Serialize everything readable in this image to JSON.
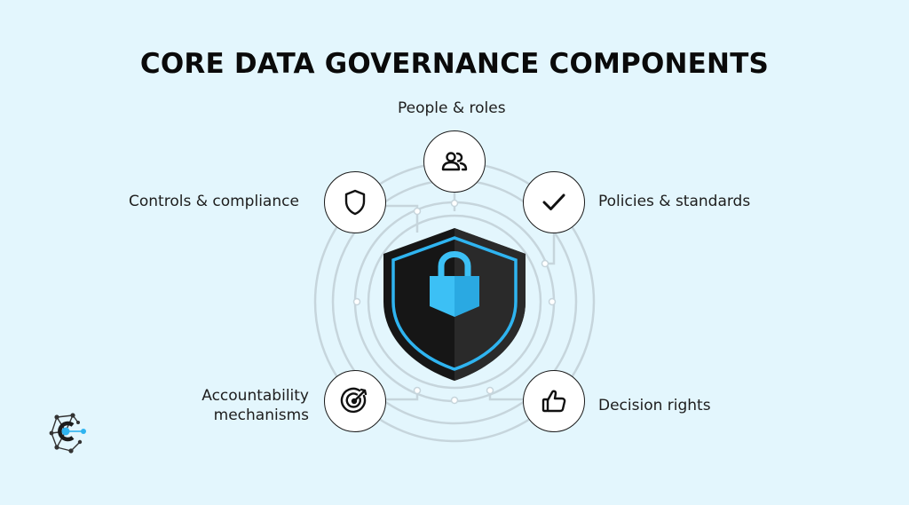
{
  "title": "CORE DATA GOVERNANCE COMPONENTS",
  "components": [
    {
      "label": "People & roles",
      "icon": "people-icon"
    },
    {
      "label": "Policies & standards",
      "icon": "checkmark-icon"
    },
    {
      "label": "Decision rights",
      "icon": "thumbs-up-icon"
    },
    {
      "label": "Accountability mechanisms",
      "icon": "target-icon"
    },
    {
      "label": "Controls & compliance",
      "icon": "shield-outline-icon"
    }
  ],
  "center": {
    "icon": "shield-lock-icon"
  },
  "logo": {
    "icon": "network-logo-icon"
  },
  "colors": {
    "background": "#e3f6fd",
    "ring": "#c9d6dc",
    "shield_dark": "#1f1f1f",
    "shield_accent": "#2fb4f0",
    "lock_body": "#3cc0f5"
  }
}
